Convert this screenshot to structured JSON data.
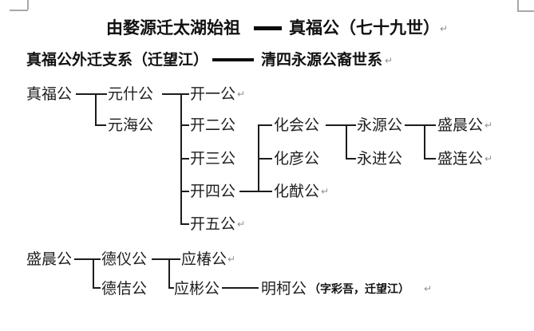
{
  "document": {
    "type": "genealogy-diagram",
    "background": "#ffffff",
    "text_color": "#1f1f1f",
    "line_color": "#1c1c1c",
    "margin_mark_color": "#a8a8a8"
  },
  "title": {
    "left": "由婺源迁太湖始祖",
    "right": "真福公（七十九世）"
  },
  "subtitle": {
    "left": "真福公外迁支系（迁望江）",
    "right": "清四永源公裔世系"
  },
  "marks": {
    "pilcrow": "↵"
  },
  "tree_top": [
    "真福公",
    "元什公",
    "开一公",
    "元海公",
    "开二公",
    "化会公",
    "永源公",
    "盛晨公",
    "开三公",
    "化彦公",
    "永进公",
    "盛连公",
    "开四公",
    "化猷公",
    "开五公"
  ],
  "tree_bottom": [
    "盛晨公",
    "德仪公",
    "应椿公",
    "德佶公",
    "应彬公",
    "明柯公"
  ],
  "note": "（字彩吾，迁望江）",
  "relations": [
    {
      "parent": "真福公",
      "children": [
        "元什公",
        "元海公"
      ]
    },
    {
      "parent": "元什公",
      "children": [
        "开一公",
        "开二公",
        "开三公",
        "开四公",
        "开五公"
      ]
    },
    {
      "parent": "开四公",
      "children": [
        "化会公",
        "化彦公",
        "化猷公"
      ]
    },
    {
      "parent": "化会公",
      "children": [
        "永源公",
        "永进公"
      ]
    },
    {
      "parent": "永源公",
      "children": [
        "盛晨公",
        "盛连公"
      ]
    },
    {
      "parent": "盛晨公",
      "children": [
        "德仪公",
        "德佶公"
      ]
    },
    {
      "parent": "德仪公",
      "children": [
        "应椿公",
        "应彬公"
      ]
    },
    {
      "parent": "应彬公",
      "children": [
        "明柯公（字彩吾，迁望江）"
      ]
    }
  ]
}
